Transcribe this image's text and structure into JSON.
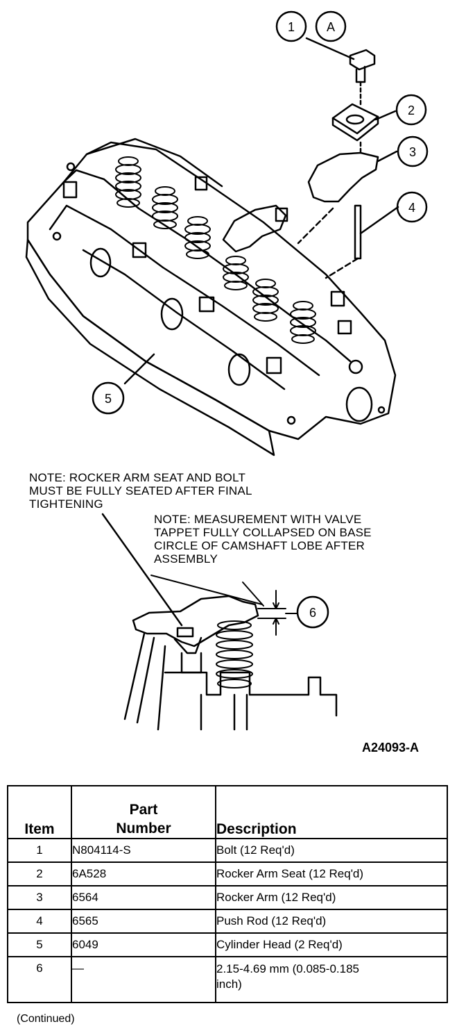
{
  "callouts": {
    "c1": "1",
    "cA": "A",
    "c2": "2",
    "c3": "3",
    "c4": "4",
    "c5": "5",
    "c6": "6"
  },
  "notes": {
    "note1": [
      "NOTE: ROCKER ARM SEAT AND BOLT",
      "MUST BE FULLY SEATED AFTER FINAL",
      "TIGHTENING"
    ],
    "note2": [
      "NOTE: MEASUREMENT WITH VALVE",
      "TAPPET FULLY COLLAPSED ON BASE",
      "CIRCLE OF CAMSHAFT LOBE AFTER",
      "ASSEMBLY"
    ]
  },
  "figure_id": "A24093-A",
  "table": {
    "headers": {
      "item": "Item",
      "part_line1": "Part",
      "part_line2": "Number",
      "description": "Description"
    },
    "rows": [
      {
        "item": "1",
        "part": "N804114-S",
        "description": "Bolt (12 Req'd)"
      },
      {
        "item": "2",
        "part": "6A528",
        "description": "Rocker Arm Seat (12 Req'd)"
      },
      {
        "item": "3",
        "part": "6564",
        "description": "Rocker Arm (12 Req'd)"
      },
      {
        "item": "4",
        "part": "6565",
        "description": "Push Rod (12 Req'd)"
      },
      {
        "item": "5",
        "part": "6049",
        "description": "Cylinder Head (2 Req'd)"
      },
      {
        "item": "6",
        "part": "—",
        "description_line1": "2.15-4.69 mm (0.085-0.185",
        "description_line2": "inch)"
      }
    ]
  },
  "footer": {
    "continued": "(Continued)"
  }
}
